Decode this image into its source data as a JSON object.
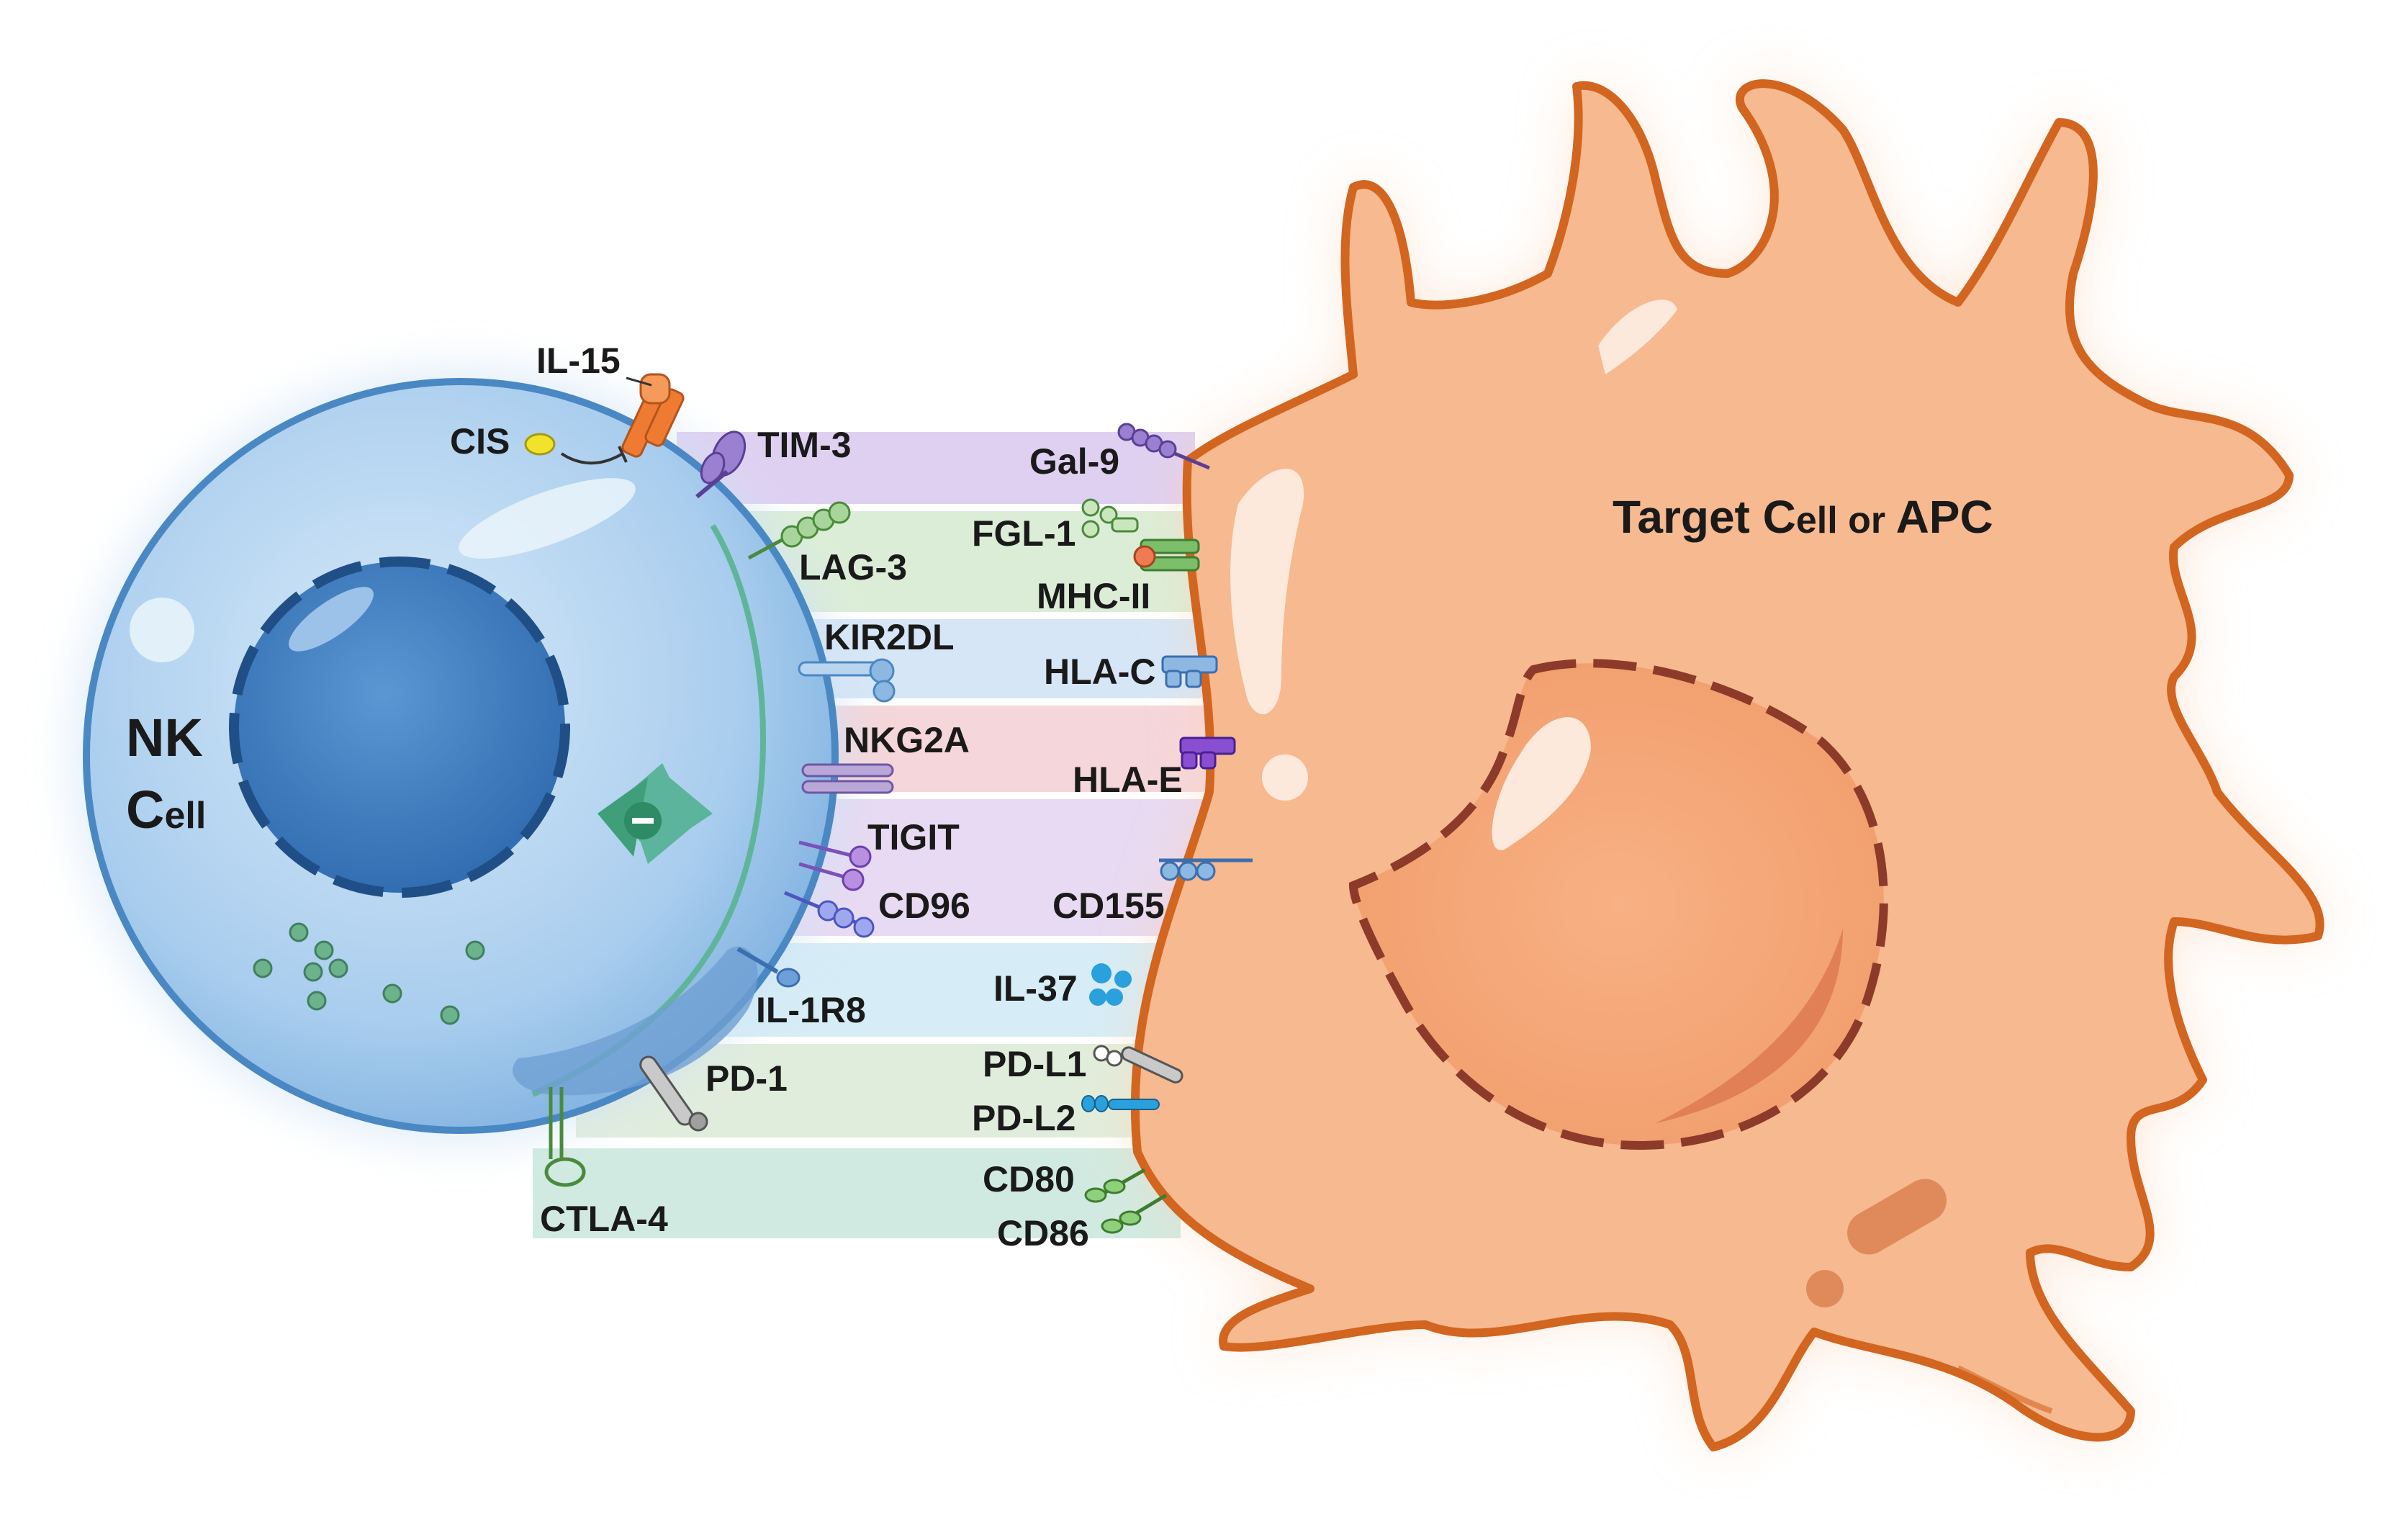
{
  "nk_cell": {
    "label_line1": "NK",
    "label_line2_cap": "C",
    "label_line2_rest": "ell",
    "fill_color": "#9ec6ea",
    "outline_color": "#4a88c4",
    "nucleus_color": "#3b78bd"
  },
  "target_cell": {
    "label_cap1": "Target C",
    "label_small1": "ell or ",
    "label_cap2": "APC",
    "fill_color": "#f7b98f",
    "outline_color": "#d2651f",
    "nucleus_outline_color": "#8c3a2a"
  },
  "inhibition_symbol": "⊖",
  "nk_receptors": {
    "il15": "IL-15",
    "cis": "CIS",
    "tim3": "TIM-3",
    "lag3": "LAG-3",
    "kir2dl": "KIR2DL",
    "nkg2a": "NKG2A",
    "tigit": "TIGIT",
    "cd96": "CD96",
    "il1r8": "IL-1R8",
    "pd1": "PD-1",
    "ctla4": "CTLA-4"
  },
  "target_ligands": {
    "gal9": "Gal-9",
    "fgl1": "FGL-1",
    "mhcii": "MHC-II",
    "hlac": "HLA-C",
    "hlae": "HLA-E",
    "cd155": "CD155",
    "il37": "IL-37",
    "pdl1": "PD-L1",
    "pdl2": "PD-L2",
    "cd80": "CD80",
    "cd86": "CD86"
  },
  "band_colors": {
    "tim3": "#d9c8ee",
    "lag3": "#d6ead0",
    "kir": "#cfe2f4",
    "nkg2a": "#f3cfd3",
    "tigit": "#e4d4f0",
    "il1r8": "#cfeaf6",
    "pd1": "#dcead6",
    "ctla4": "#c9e6dc"
  },
  "icons": {
    "inhibition_arrow": "green-inhibition-arrow-icon",
    "vesicles": "granule-dots-icon"
  }
}
